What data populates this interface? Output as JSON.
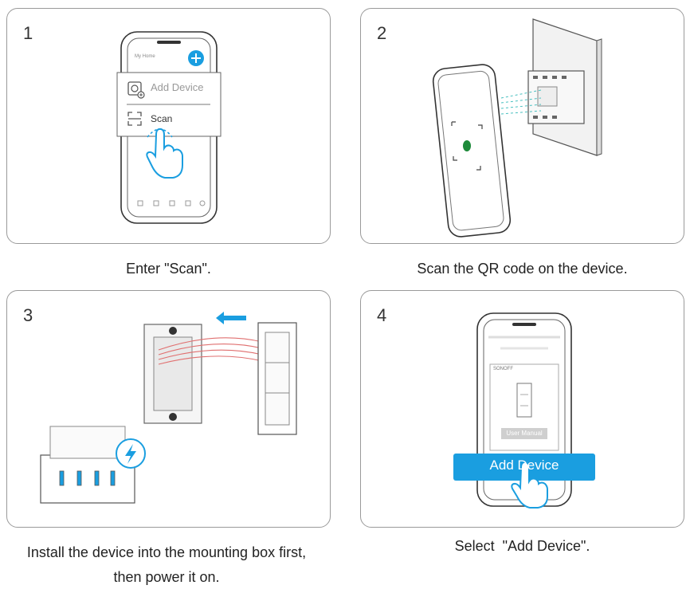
{
  "steps": [
    {
      "number": "1",
      "caption": "Enter \"Scan\".",
      "phone_header": "My Home",
      "menu_add_device": "Add Device",
      "menu_scan": "Scan"
    },
    {
      "number": "2",
      "caption": "Scan the QR code on the device."
    },
    {
      "number": "3",
      "caption_line1": "Install the device into the mounting box first,",
      "caption_line2": "then power it on."
    },
    {
      "number": "4",
      "caption": "Select  \"Add Device\".",
      "brand": "SONOFF",
      "user_manual": "User Manual",
      "add_device": "Add Device"
    }
  ],
  "colors": {
    "accent": "#1a9ee0",
    "qr_dot": "#1e8a3a",
    "wire": "#e07070"
  }
}
